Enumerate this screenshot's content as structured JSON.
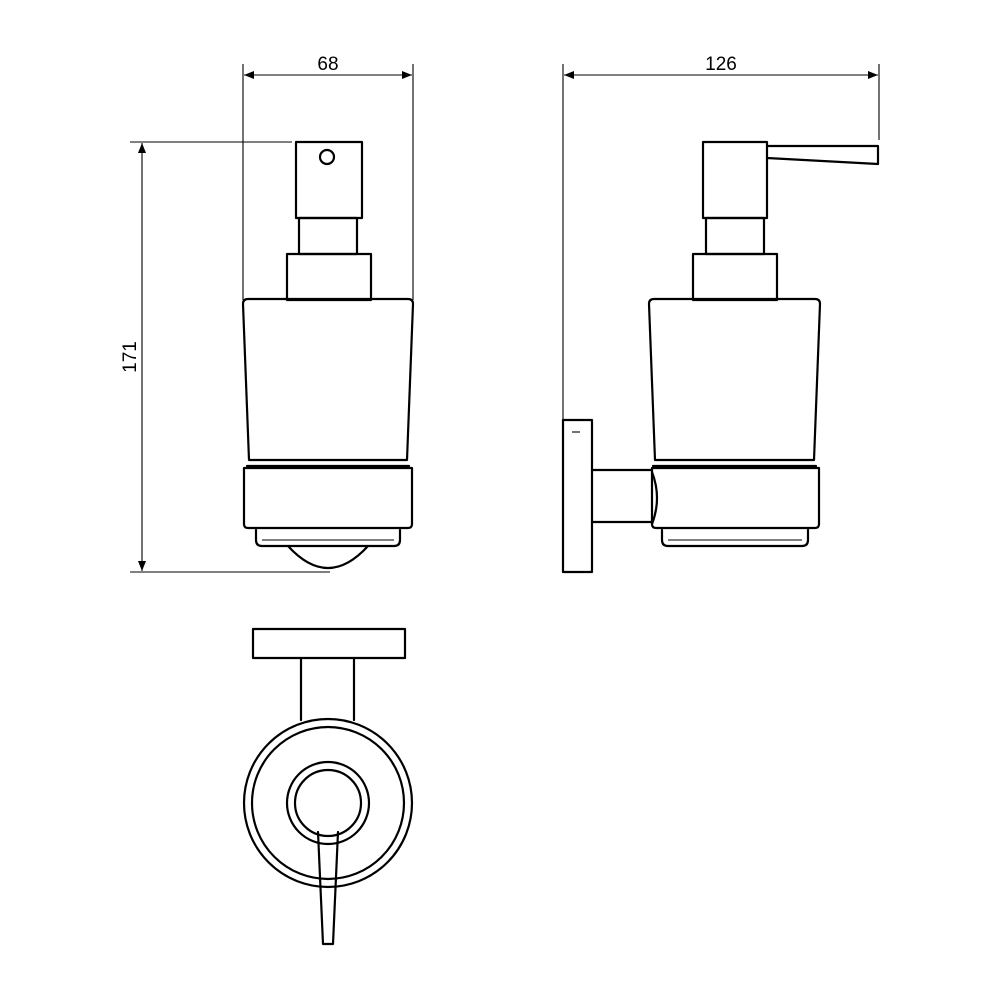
{
  "dimensions": {
    "front_width": "68",
    "side_depth": "126",
    "height": "171"
  },
  "colors": {
    "line": "#000000",
    "background": "#ffffff"
  }
}
